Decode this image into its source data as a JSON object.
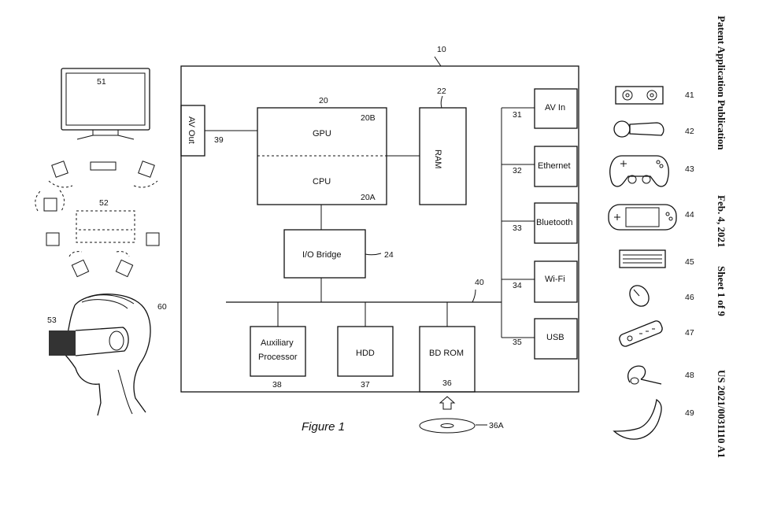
{
  "header": {
    "publication": "Patent Application Publication",
    "date": "Feb. 4, 2021",
    "sheet": "Sheet 1 of 9",
    "number": "US 2021/0031110 A1"
  },
  "figure": {
    "caption": "Figure 1"
  },
  "system": {
    "ref": "10",
    "av_out": "AV Out",
    "gpu": {
      "label": "GPU",
      "ref": "20B"
    },
    "cpu": {
      "label": "CPU",
      "ref": "20A"
    },
    "processor_ref": "20",
    "ram": {
      "label": "RAM",
      "ref": "22"
    },
    "io_bridge": {
      "label": "I/O Bridge",
      "ref": "24"
    },
    "bus_ref": "40",
    "av_out_link_ref": "39",
    "av_in": {
      "label": "AV In",
      "ref": "31"
    },
    "ethernet": {
      "label": "Ethernet",
      "ref": "32"
    },
    "bluetooth": {
      "label": "Bluetooth",
      "ref": "33"
    },
    "wifi": {
      "label": "Wi-Fi",
      "ref": "34"
    },
    "usb": {
      "label": "USB",
      "ref": "35"
    },
    "aux": {
      "label_line1": "Auxiliary",
      "label_line2": "Processor",
      "ref": "38"
    },
    "hdd": {
      "label": "HDD",
      "ref": "37"
    },
    "bd_rom": {
      "label": "BD ROM",
      "ref": "36"
    },
    "disc_ref": "36A"
  },
  "left_devices": {
    "tv_ref": "51",
    "speakers_ref": "52",
    "hmd_ref": "53",
    "user_ref": "60"
  },
  "peripherals": [
    "41",
    "42",
    "43",
    "44",
    "45",
    "46",
    "47",
    "48",
    "49"
  ],
  "icons": {
    "41": "camera-icon",
    "42": "motion-controller-icon",
    "43": "gamepad-icon",
    "44": "handheld-console-icon",
    "45": "keyboard-icon",
    "46": "mouse-icon",
    "47": "remote-control-icon",
    "48": "headset-icon",
    "49": "banana-icon"
  }
}
